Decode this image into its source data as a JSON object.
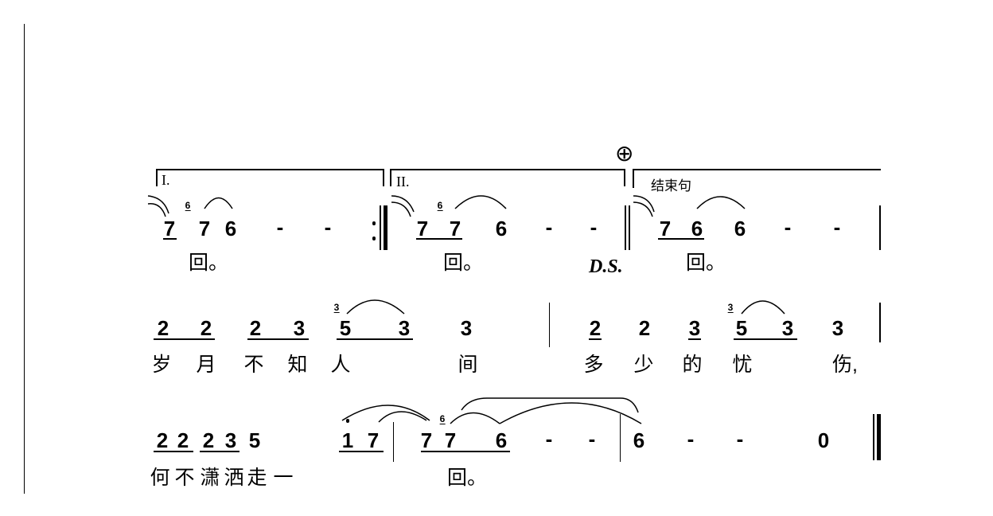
{
  "row1": {
    "volta1": "I.",
    "volta2": "II.",
    "volta3": "结束句",
    "coda": "⊕",
    "notes": [
      "7",
      "7",
      "6",
      "-",
      "-",
      "7",
      "7",
      "6",
      "-",
      "-",
      "7",
      "6",
      "6",
      "-",
      "-"
    ],
    "graces": [
      "6",
      "6"
    ],
    "lyrics": [
      "回。",
      "回。",
      "回。"
    ],
    "ds": "D.S."
  },
  "row2": {
    "notes": [
      "2",
      "2",
      "2",
      "3",
      "5",
      "3",
      "3",
      "2",
      "2",
      "3",
      "5",
      "3",
      "3"
    ],
    "graces": [
      "3",
      "3"
    ],
    "lyrics": [
      "岁",
      "月",
      "不",
      "知",
      "人",
      "间",
      "多",
      "少",
      "的",
      "忧",
      "伤,"
    ]
  },
  "row3": {
    "notes": [
      "2",
      "2",
      "2",
      "3",
      "5",
      "1",
      "7",
      "7",
      "7",
      "6",
      "-",
      "-",
      "6",
      "-",
      "-",
      "0"
    ],
    "graces": [
      "6"
    ],
    "lyrics": [
      "何",
      "不",
      "潇",
      "洒",
      "走",
      "一",
      "回。"
    ]
  }
}
